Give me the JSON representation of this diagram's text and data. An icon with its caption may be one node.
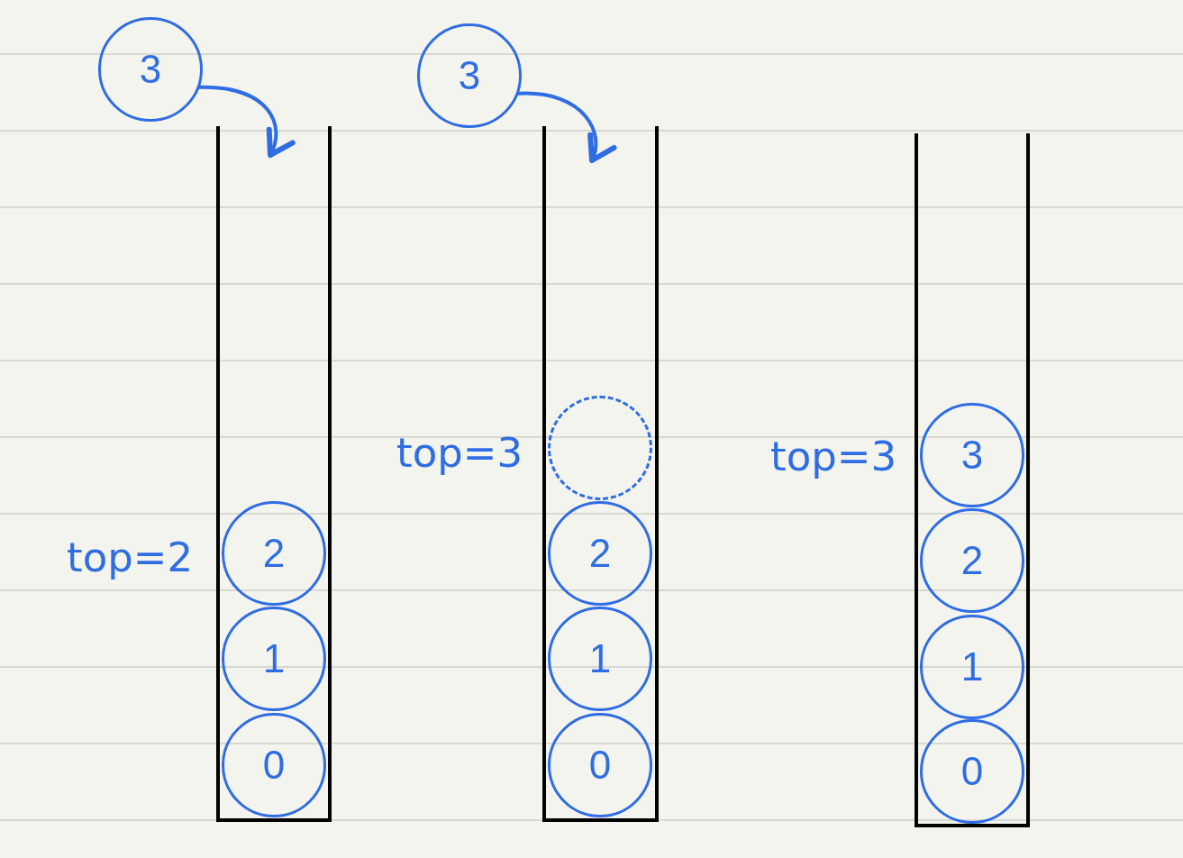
{
  "diagram": {
    "nodes": [
      {
        "text": [
          "3"
        ]
      },
      {
        "text": [],
        "shape": "box"
      },
      {
        "text": [
          "2"
        ],
        "in": 1
      },
      {
        "text": [
          "1"
        ],
        "in": 1
      },
      {
        "text": [
          "0"
        ],
        "in": 1
      },
      {
        "text": [
          "3"
        ]
      },
      {
        "text": [],
        "shape": "box"
      },
      {
        "text": [],
        "shape": "circle",
        "in": 6
      },
      {
        "text": [
          "2"
        ],
        "in": 6
      },
      {
        "text": [
          "1"
        ],
        "in": 6
      },
      {
        "text": [
          "0"
        ],
        "in": 6
      },
      {
        "text": [],
        "shape": "box"
      },
      {
        "text": [
          "3"
        ],
        "in": 11
      },
      {
        "text": [
          "2"
        ],
        "in": 11
      },
      {
        "text": [
          "1"
        ],
        "in": 11
      },
      {
        "text": [
          "0"
        ],
        "in": 11
      }
    ],
    "edges": [
      {
        "from": 0,
        "to": 1,
        "arrow": "to"
      },
      {
        "from": 5,
        "to": 6,
        "arrow": "to"
      }
    ],
    "labels": [
      "top=2",
      "top=3",
      "top=3"
    ]
  }
}
